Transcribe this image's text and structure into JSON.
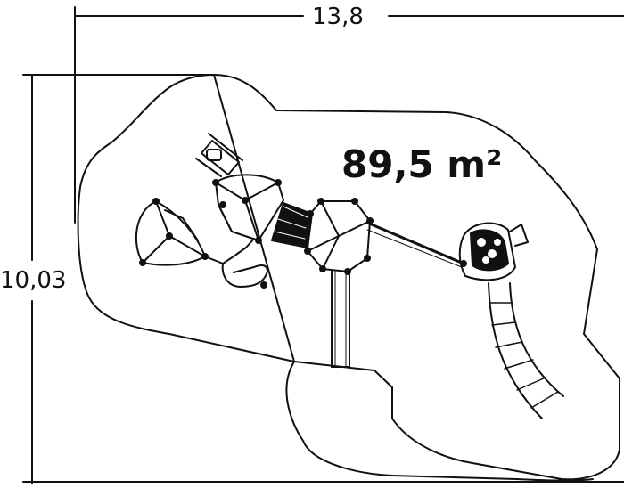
{
  "dimensions": {
    "width_label": "13,8",
    "height_label": "10,03"
  },
  "area": {
    "label": "89,5 m²"
  },
  "colors": {
    "line": "#111111",
    "background": "#ffffff"
  }
}
